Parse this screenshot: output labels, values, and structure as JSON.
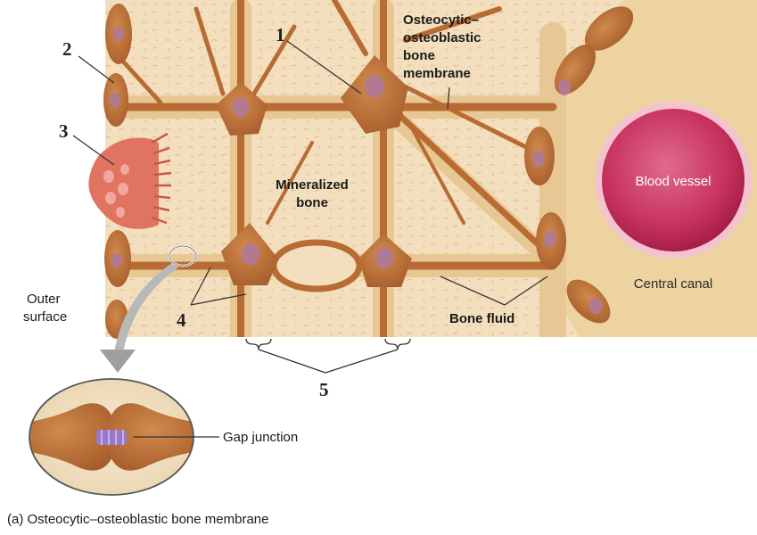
{
  "labels": {
    "num1": "1",
    "num2": "2",
    "num3": "3",
    "num4": "4",
    "num5": "5",
    "membrane_line1": "Osteocytic–",
    "membrane_line2": "osteoblastic",
    "membrane_line3": "bone",
    "membrane_line4": "membrane",
    "mineralized_line1": "Mineralized",
    "mineralized_line2": "bone",
    "blood_vessel": "Blood vessel",
    "central_canal": "Central canal",
    "bone_fluid": "Bone fluid",
    "outer_line1": "Outer",
    "outer_line2": "surface",
    "gap_junction": "Gap junction",
    "caption": "(a)  Osteocytic–osteoblastic bone membrane"
  },
  "colors": {
    "bone_matrix": "#f3dfbe",
    "cell": "#c0763a",
    "cell_dark": "#9a5526",
    "nucleus": "#b27a92",
    "fluid": "#e7c894",
    "canal": "#edd3a0",
    "vessel": "#c7325e",
    "osteoclast": "#e07460",
    "gap_junction": "#9a78c8"
  }
}
